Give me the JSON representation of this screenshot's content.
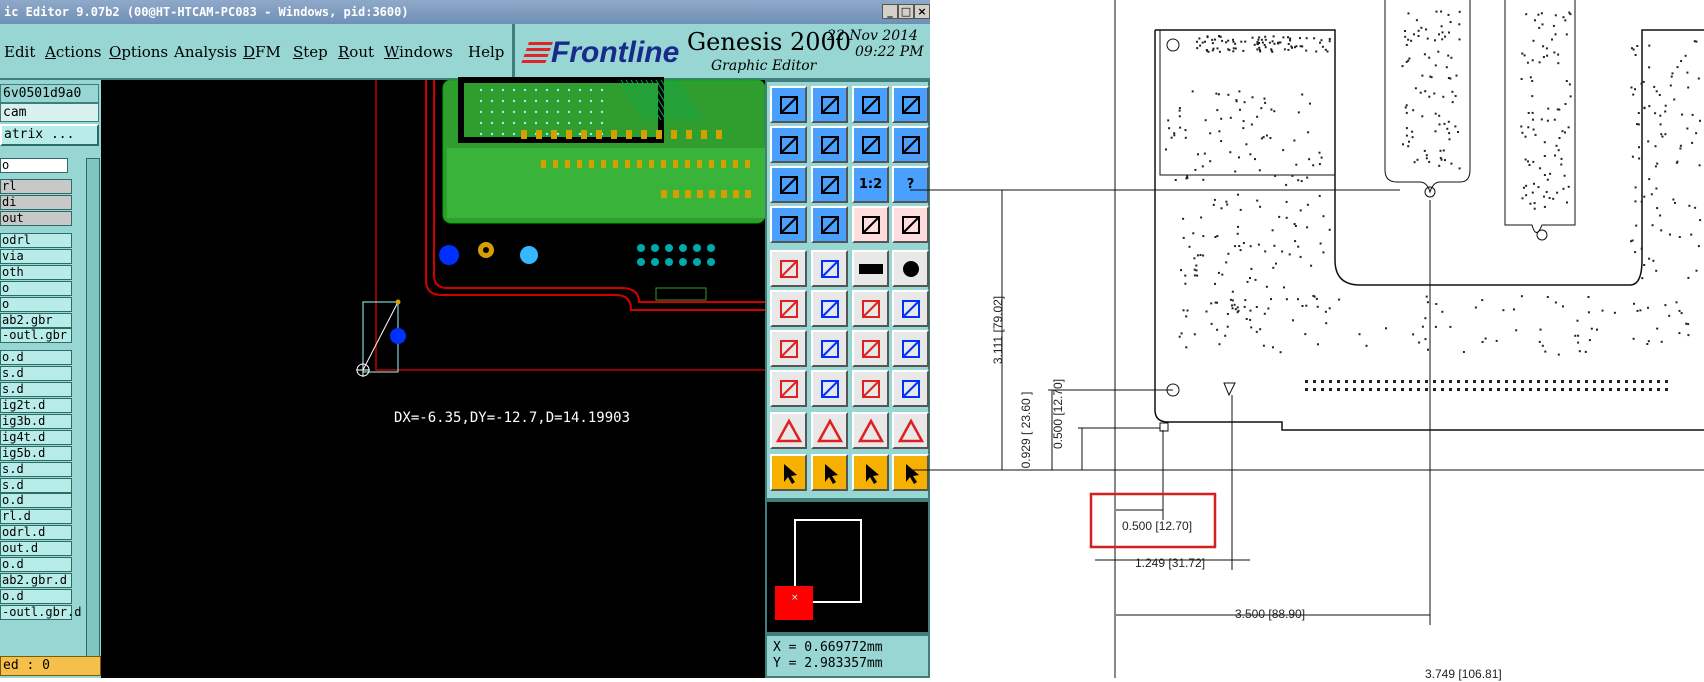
{
  "window": {
    "title": "ic Editor 9.07b2 (00@HT-HTCAM-PC083 - Windows, pid:3600)",
    "min": "_",
    "max": "□",
    "close": "×"
  },
  "menu": [
    {
      "u": "",
      "rest": "Edit"
    },
    {
      "u": "A",
      "rest": "ctions"
    },
    {
      "u": "O",
      "rest": "ptions"
    },
    {
      "u": "",
      "rest": "Analysis"
    },
    {
      "u": "D",
      "rest": "FM"
    },
    {
      "u": "S",
      "rest": "tep"
    },
    {
      "u": "R",
      "rest": "out"
    },
    {
      "u": "W",
      "rest": "indows"
    },
    {
      "u": "",
      "rest": "Help"
    }
  ],
  "brand": {
    "logo": "Frontline",
    "product": "Genesis 2000",
    "subtitle": "Graphic Editor",
    "date": "22 Nov 2014",
    "time": "09:22 PM"
  },
  "left": {
    "job": "6v0501d9a0",
    "user": "cam",
    "matrix": "atrix ...",
    "selected": "o"
  },
  "layers": [
    "rl",
    "di",
    "out",
    "odrl",
    "via",
    "oth",
    "o",
    "o",
    "ab2.gbr",
    "-outl.gbr",
    "o.d",
    "s.d",
    "s.d",
    "ig2t.d",
    "ig3b.d",
    "ig4t.d",
    "ig5b.d",
    "s.d",
    "s.d",
    "o.d",
    "rl.d",
    "odrl.d",
    "out.d",
    "o.d",
    "ab2.gbr.d",
    "o.d",
    "-outl.gbr.d"
  ],
  "status": "ed : 0",
  "measure": "DX=-6.35,DY=-12.7,D=14.19903",
  "coords": {
    "x": "X = 0.669772mm",
    "y": "Y = 2.983357mm"
  },
  "tools": {
    "zoom_ratio": "1:2",
    "help": "?"
  },
  "colors": {
    "panel": "#97d6d2",
    "pcb_green": "#2f9e2f",
    "trace_red": "#d40000"
  },
  "drawing": {
    "dims": [
      "3.111 [79.02]",
      "0.929 [ 23.60 ]",
      "0.500 [12.70]",
      "0.500 [12.70]",
      "1.249 [31.72]",
      "3.500 [88.90]",
      "3.749 [106.81]"
    ]
  }
}
